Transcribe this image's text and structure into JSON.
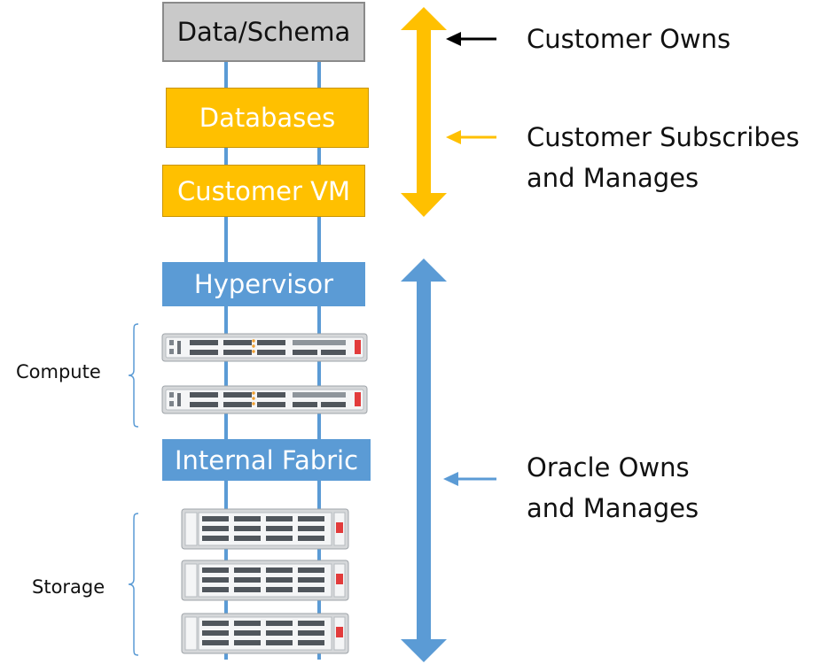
{
  "stack_layers": {
    "data_schema": "Data/Schema",
    "databases": "Databases",
    "customer_vm": "Customer VM",
    "hypervisor": "Hypervisor",
    "internal_fabric": "Internal Fabric"
  },
  "side_labels": {
    "compute": "Compute",
    "storage": "Storage"
  },
  "responsibility": {
    "customer_owns": "Customer Owns",
    "customer_subscribes_line1": "Customer Subscribes",
    "customer_subscribes_line2": "and Manages",
    "oracle_owns_line1": "Oracle Owns",
    "oracle_owns_line2": "and Manages"
  },
  "colors": {
    "customer_gold": "#ffc000",
    "oracle_blue": "#5b9bd5",
    "data_gray": "#c9c9c9",
    "customer_owns_arrow": "#000000"
  },
  "servers": {
    "compute_count": 2,
    "storage_count": 3
  }
}
